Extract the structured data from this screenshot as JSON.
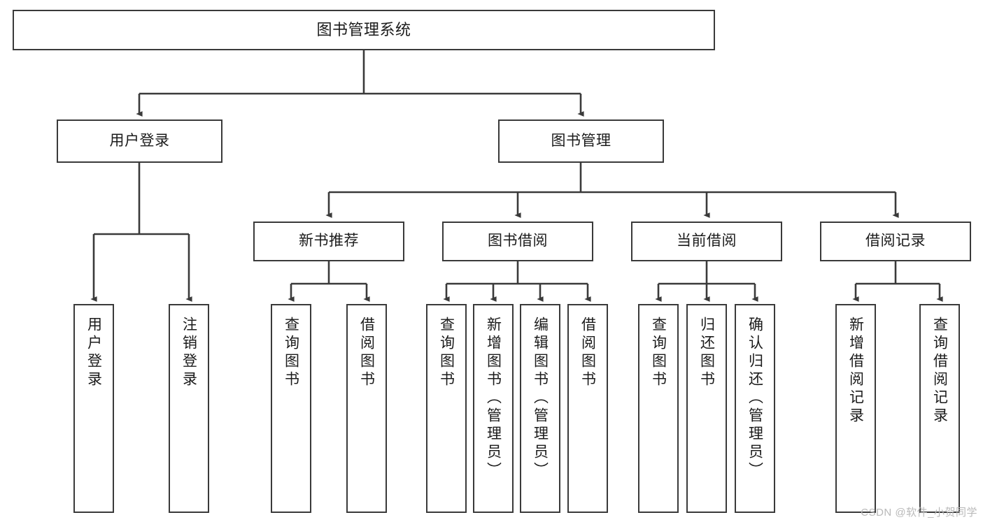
{
  "diagram": {
    "title": "图书管理系统",
    "type": "tree",
    "style": {
      "background": "#ffffff",
      "box_border": "#3a3a3a",
      "box_fill": "#ffffff",
      "line_color": "#3a3a3a",
      "text_color": "#1b1b1b",
      "watermark_color": "#b9b9b9"
    },
    "nodes": {
      "root": {
        "label": "图书管理系统"
      },
      "level2": [
        {
          "label": "用户登录"
        },
        {
          "label": "图书管理"
        }
      ],
      "level3": [
        {
          "label": "新书推荐"
        },
        {
          "label": "图书借阅"
        },
        {
          "label": "当前借阅"
        },
        {
          "label": "借阅记录"
        }
      ],
      "leaves_user_login": [
        {
          "label": "用户登录"
        },
        {
          "label": "注销登录"
        }
      ],
      "leaves_new_book": [
        {
          "label": "查询图书"
        },
        {
          "label": "借阅图书"
        }
      ],
      "leaves_borrow": [
        {
          "label": "查询图书"
        },
        {
          "label": "新增图书（管理员）"
        },
        {
          "label": "编辑图书（管理员）"
        },
        {
          "label": "借阅图书"
        }
      ],
      "leaves_current": [
        {
          "label": "查询图书"
        },
        {
          "label": "归还图书"
        },
        {
          "label": "确认归还（管理员）"
        }
      ],
      "leaves_record": [
        {
          "label": "新增借阅记录"
        },
        {
          "label": "查询借阅记录"
        }
      ]
    },
    "watermark": "CSDN @软件_小贺同学"
  }
}
